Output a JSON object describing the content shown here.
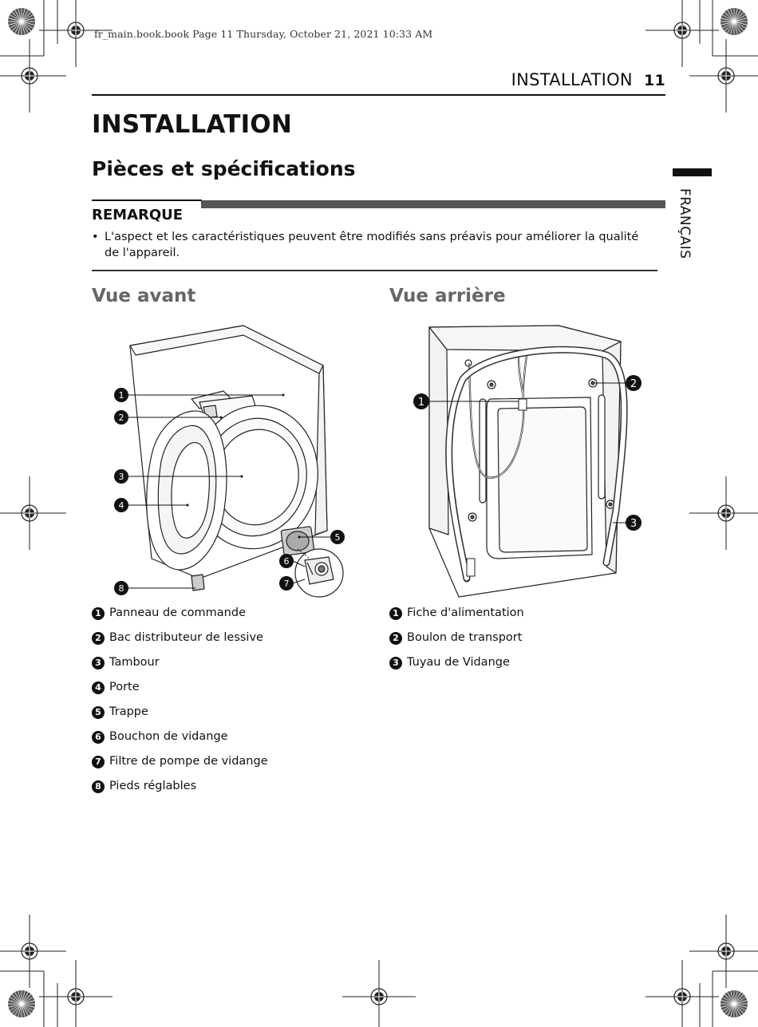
{
  "print_header": "fr_main.book.book  Page 11  Thursday, October 21, 2021  10:33 AM",
  "running_head": {
    "title": "INSTALLATION",
    "page": "11"
  },
  "heading": "INSTALLATION",
  "subheading": "Pièces et spécifications",
  "side_tab": "FRANÇAIS",
  "note": {
    "title": "REMARQUE",
    "bullet": "•",
    "text": "L'aspect et les caractéristiques peuvent être modifiés sans préavis pour améliorer la qualité de l'appareil."
  },
  "front_view": {
    "title": "Vue avant",
    "callouts": [
      "1",
      "2",
      "3",
      "4",
      "5",
      "6",
      "7",
      "8"
    ],
    "items": [
      {
        "num": "1",
        "label": "Panneau de commande"
      },
      {
        "num": "2",
        "label": "Bac distributeur de lessive"
      },
      {
        "num": "3",
        "label": "Tambour"
      },
      {
        "num": "4",
        "label": "Porte"
      },
      {
        "num": "5",
        "label": "Trappe"
      },
      {
        "num": "6",
        "label": "Bouchon de vidange"
      },
      {
        "num": "7",
        "label": "Filtre de pompe de vidange"
      },
      {
        "num": "8",
        "label": "Pieds réglables"
      }
    ]
  },
  "rear_view": {
    "title": "Vue arrière",
    "callouts": [
      "1",
      "2",
      "3"
    ],
    "items": [
      {
        "num": "1",
        "label": "Fiche d'alimentation"
      },
      {
        "num": "2",
        "label": "Boulon de transport"
      },
      {
        "num": "3",
        "label": "Tuyau de Vidange"
      }
    ]
  }
}
